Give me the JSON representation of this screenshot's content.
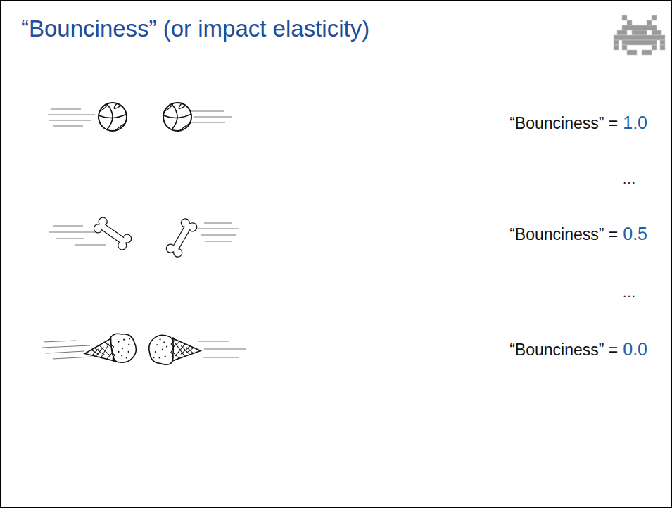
{
  "diagram": {
    "title": "“Bounciness” (or impact elasticity)",
    "labels": [
      "“Bounciness” =",
      "1.0",
      "…",
      "“Bounciness” =",
      "0.5",
      "…",
      "“Bounciness” =",
      "0.0"
    ]
  }
}
